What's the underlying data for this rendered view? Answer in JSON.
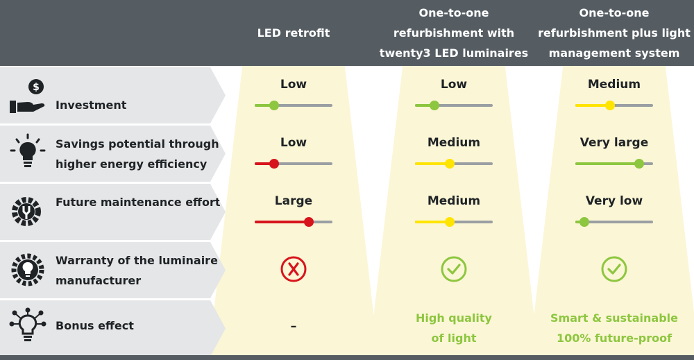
{
  "header": {
    "columns": [
      {
        "label": "LED retrofit"
      },
      {
        "label": "One-to-one refurbishment with twenty3 LED luminaires"
      },
      {
        "label": "One-to-one refurbishment plus light management system"
      }
    ]
  },
  "rows": [
    {
      "label": "Investment",
      "icon": "investment-hand-coin-icon"
    },
    {
      "label": "Savings potential through higher energy efficiency",
      "icon": "lightbulb-rays-icon"
    },
    {
      "label": "Future maintenance effort",
      "icon": "gear-wrench-icon"
    },
    {
      "label": "Warranty of the luminaire manufacturer",
      "icon": "gear-lightbulb-icon"
    },
    {
      "label": "Bonus effect",
      "icon": "lightbulb-network-icon"
    }
  ],
  "ratings": [
    [
      {
        "text": "Low",
        "level": 0.25,
        "color": "#8dc63f"
      },
      {
        "text": "Low",
        "level": 0.25,
        "color": "#8dc63f"
      },
      {
        "text": "Medium",
        "level": 0.45,
        "color": "#ffe400"
      }
    ],
    [
      {
        "text": "Low",
        "level": 0.25,
        "color": "#d7141c"
      },
      {
        "text": "Medium",
        "level": 0.45,
        "color": "#ffe400"
      },
      {
        "text": "Very large",
        "level": 0.82,
        "color": "#8dc63f"
      }
    ],
    [
      {
        "text": "Large",
        "level": 0.7,
        "color": "#d7141c"
      },
      {
        "text": "Medium",
        "level": 0.45,
        "color": "#ffe400"
      },
      {
        "text": "Very low",
        "level": 0.12,
        "color": "#8dc63f"
      }
    ]
  ],
  "warranty": [
    {
      "status": "no",
      "icon": "x-circle-icon",
      "color": "#d7141c"
    },
    {
      "status": "yes",
      "icon": "check-circle-icon",
      "color": "#8dc63f"
    },
    {
      "status": "yes",
      "icon": "check-circle-icon",
      "color": "#8dc63f"
    }
  ],
  "bonus": [
    {
      "text": "–"
    },
    {
      "text": "High quality of light"
    },
    {
      "text": "Smart & sustainable 100% future-proof"
    }
  ],
  "colors": {
    "header_bg": "#555d63",
    "row_label_bg": "#e5e6e7",
    "beam": "#fbf6d6",
    "green": "#8dc63f",
    "yellow": "#ffe400",
    "red": "#d7141c",
    "track": "#9a9fa3"
  }
}
